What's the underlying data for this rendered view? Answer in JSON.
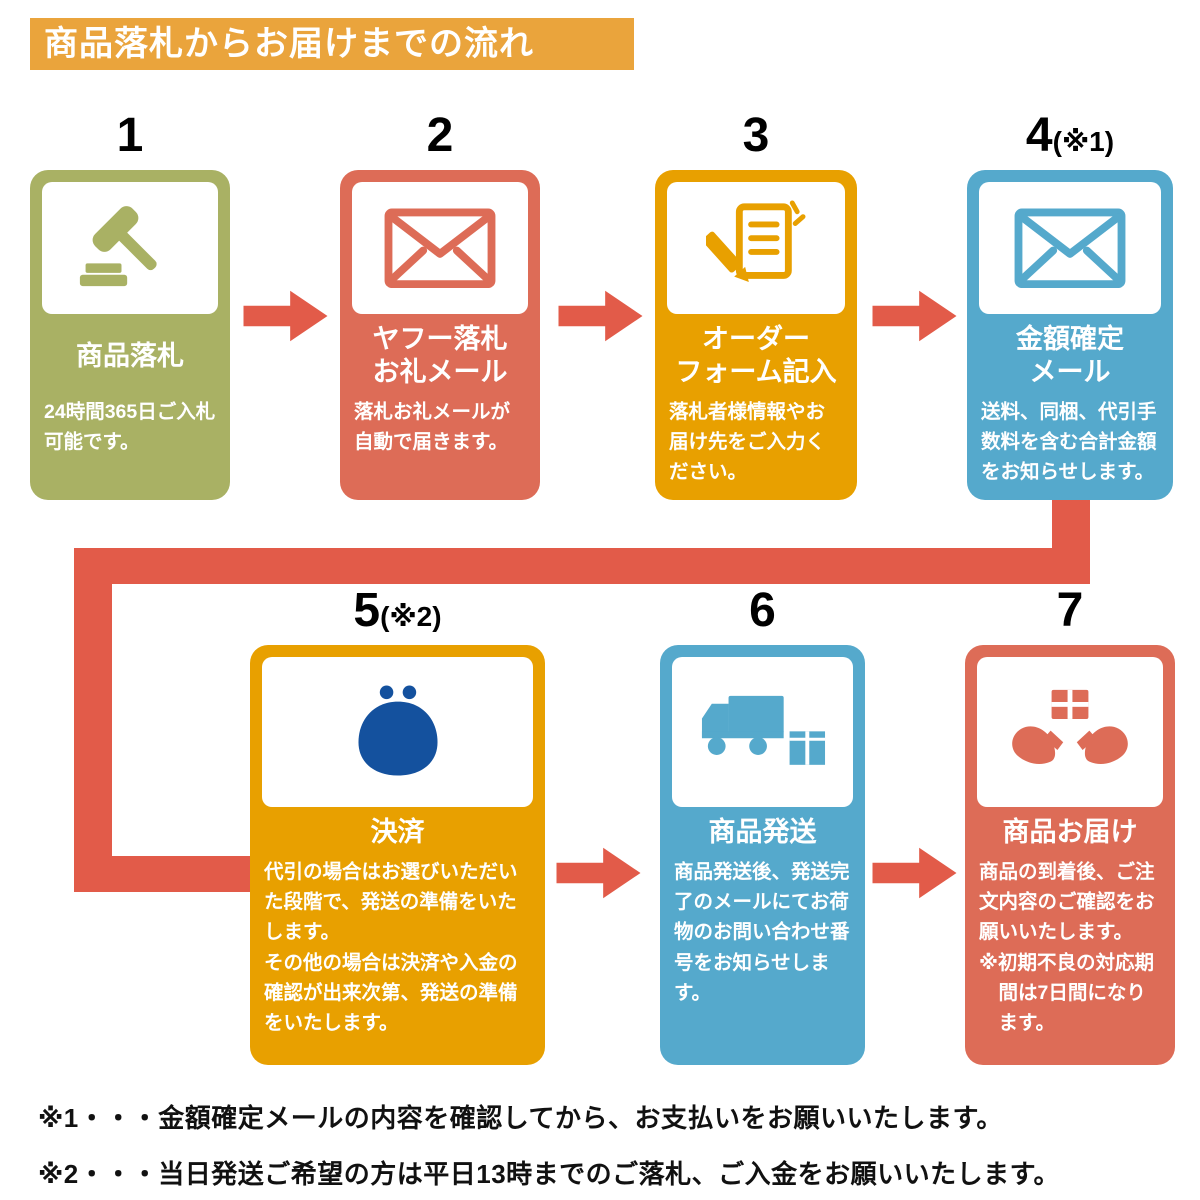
{
  "colors": {
    "banner": "#EAA43C",
    "arrow": "#E25B49",
    "step_olive": "#A9B164",
    "step_red": "#DD6C57",
    "step_orange": "#E8A000",
    "step_blue": "#55A9CC",
    "purse_navy": "#14519E",
    "text": "#000000",
    "card_text": "#FFFFFF"
  },
  "header": {
    "title": "商品落札からお届けまでの流れ"
  },
  "steps": [
    {
      "number": "1",
      "suffix": "",
      "icon": "gavel-icon",
      "title_lines": [
        "商品落札"
      ],
      "desc": [
        "24時間365日ご入札可能です。"
      ]
    },
    {
      "number": "2",
      "suffix": "",
      "icon": "mail-icon",
      "title_lines": [
        "ヤフー落札",
        "お礼メール"
      ],
      "desc": [
        "落札お礼メールが自動で届きます。"
      ]
    },
    {
      "number": "3",
      "suffix": "",
      "icon": "order-form-icon",
      "title_lines": [
        "オーダー",
        "フォーム記入"
      ],
      "desc": [
        "落札者様情報やお届け先をご入力ください。"
      ]
    },
    {
      "number": "4",
      "suffix": "(※1)",
      "icon": "mail-icon",
      "title_lines": [
        "金額確定",
        "メール"
      ],
      "desc": [
        "送料、同梱、代引手数料を含む合計金額をお知らせします。"
      ]
    },
    {
      "number": "5",
      "suffix": "(※2)",
      "icon": "coin-purse-icon",
      "title_lines": [
        "決済"
      ],
      "desc": [
        "代引の場合はお選びいただいた段階で、発送の準備をいたします。",
        "その他の場合は決済や入金の確認が出来次第、発送の準備をいたします。"
      ]
    },
    {
      "number": "6",
      "suffix": "",
      "icon": "delivery-truck-icon",
      "title_lines": [
        "商品発送"
      ],
      "desc": [
        "商品発送後、発送完了のメールにてお荷物のお問い合わせ番号をお知らせします。"
      ]
    },
    {
      "number": "7",
      "suffix": "",
      "icon": "hands-package-icon",
      "title_lines": [
        "商品お届け"
      ],
      "desc": [
        "商品の到着後、ご注文内容のご確認をお願いいたします。",
        "※初期不良の対応期間は7日間になります。"
      ]
    }
  ],
  "notes": [
    "※1・・・金額確定メールの内容を確認してから、お支払いをお願いいたします。",
    "※2・・・当日発送ご希望の方は平日13時までのご落札、ご入金をお願いいたします。"
  ]
}
